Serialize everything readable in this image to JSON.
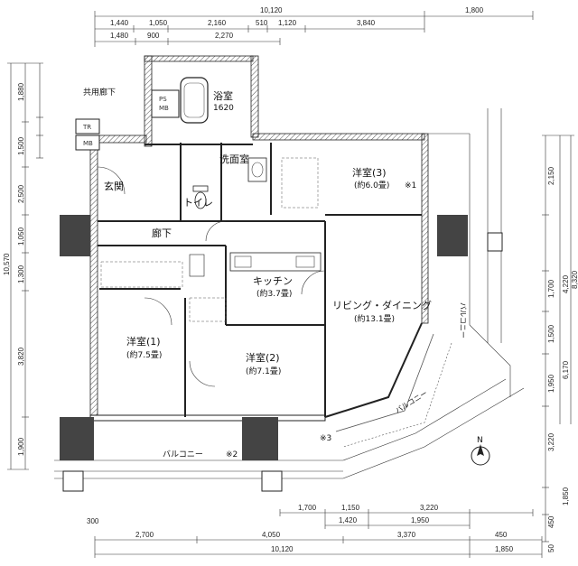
{
  "dims_top_row1": [
    "1,440",
    "1,050",
    "2,160",
    "510",
    "1,120",
    "3,840"
  ],
  "dims_top_row2": [
    "1,480",
    "900",
    "2,270"
  ],
  "dim_top_total": "10,120",
  "dim_top_right": "1,800",
  "dims_left": [
    "1,880",
    "1,500",
    "2,500",
    "1,050",
    "1,300",
    "3,820",
    "1,900"
  ],
  "dim_left_total": "10,570",
  "dims_right": [
    "2,150",
    "4,220",
    "1,700",
    "1,500",
    "1,950",
    "3,220",
    "1,850",
    "450",
    "50"
  ],
  "dims_right_mid": [
    "6,170",
    "8,320"
  ],
  "dims_bottom_row1": [
    "1,700",
    "1,150",
    "3,220"
  ],
  "dims_bottom_row2": [
    "1,420",
    "1,950"
  ],
  "dims_bottom_row3": [
    "2,700",
    "4,050",
    "3,370",
    "450"
  ],
  "dim_bottom_total": "10,120",
  "dim_bottom_right": "1,850",
  "dim_bottom_left": "300",
  "labels": {
    "common_corridor": "共用廊下",
    "ps": "PS",
    "mb": "MB",
    "tr": "TR",
    "mb2": "MB",
    "bath": "浴室",
    "bath_size": "1620",
    "washroom": "洗面室",
    "entrance": "玄関",
    "toilet": "トイレ",
    "hallway": "廊下",
    "western3": "洋室(3)",
    "western3_area": "(約6.0畳)",
    "note1": "※1",
    "kitchen": "キッチン",
    "kitchen_area": "(約3.7畳)",
    "living": "リビング・ダイニング",
    "living_area": "(約13.1畳)",
    "western1": "洋室(1)",
    "western1_area": "(約7.5畳)",
    "western2": "洋室(2)",
    "western2_area": "(約7.1畳)",
    "balcony_bottom": "バルコニー",
    "note2": "※2",
    "note3": "※3",
    "balcony_diag": "バルコニー",
    "balcony_right": "バルコニー",
    "north": "N"
  }
}
